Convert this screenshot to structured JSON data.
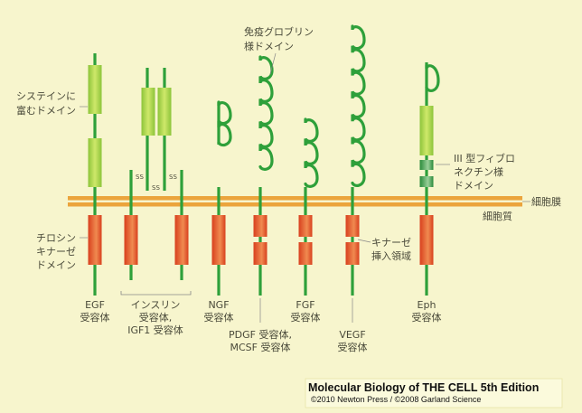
{
  "colors": {
    "background": "#f7f5cd",
    "strand": "#2ea03a",
    "membrane": "#eba43c",
    "cysteine": "#b5d84a",
    "kinase": "#e0502a",
    "fibronectin": "#3a9a4a"
  },
  "labels": {
    "cysteine_rich": [
      "システインに",
      "富むドメイン"
    ],
    "ig_like": [
      "免疫グロブリン",
      "様ドメイン"
    ],
    "fibronectin": [
      "III 型フィブロ",
      "ネクチン様",
      "ドメイン"
    ],
    "membrane": "細胞膜",
    "cytoplasm": "細胞質",
    "tyrosine_kinase": [
      "チロシン",
      "キナーゼ",
      "ドメイン"
    ],
    "kinase_insert": [
      "キナーゼ",
      "挿入領域"
    ],
    "ss": "SS"
  },
  "receptors": {
    "egf": [
      "EGF",
      "受容体"
    ],
    "insulin": [
      "インスリン",
      "受容体,",
      "IGF1 受容体"
    ],
    "ngf": [
      "NGF",
      "受容体"
    ],
    "pdgf": [
      "PDGF 受容体,",
      "MCSF 受容体"
    ],
    "fgf": [
      "FGF",
      "受容体"
    ],
    "vegf": [
      "VEGF",
      "受容体"
    ],
    "eph": [
      "Eph",
      "受容体"
    ]
  },
  "credit": {
    "title": "Molecular Biology of THE CELL 5th Edition",
    "copyright": "©2010 Newton Press / ©2008 Garland Science"
  }
}
